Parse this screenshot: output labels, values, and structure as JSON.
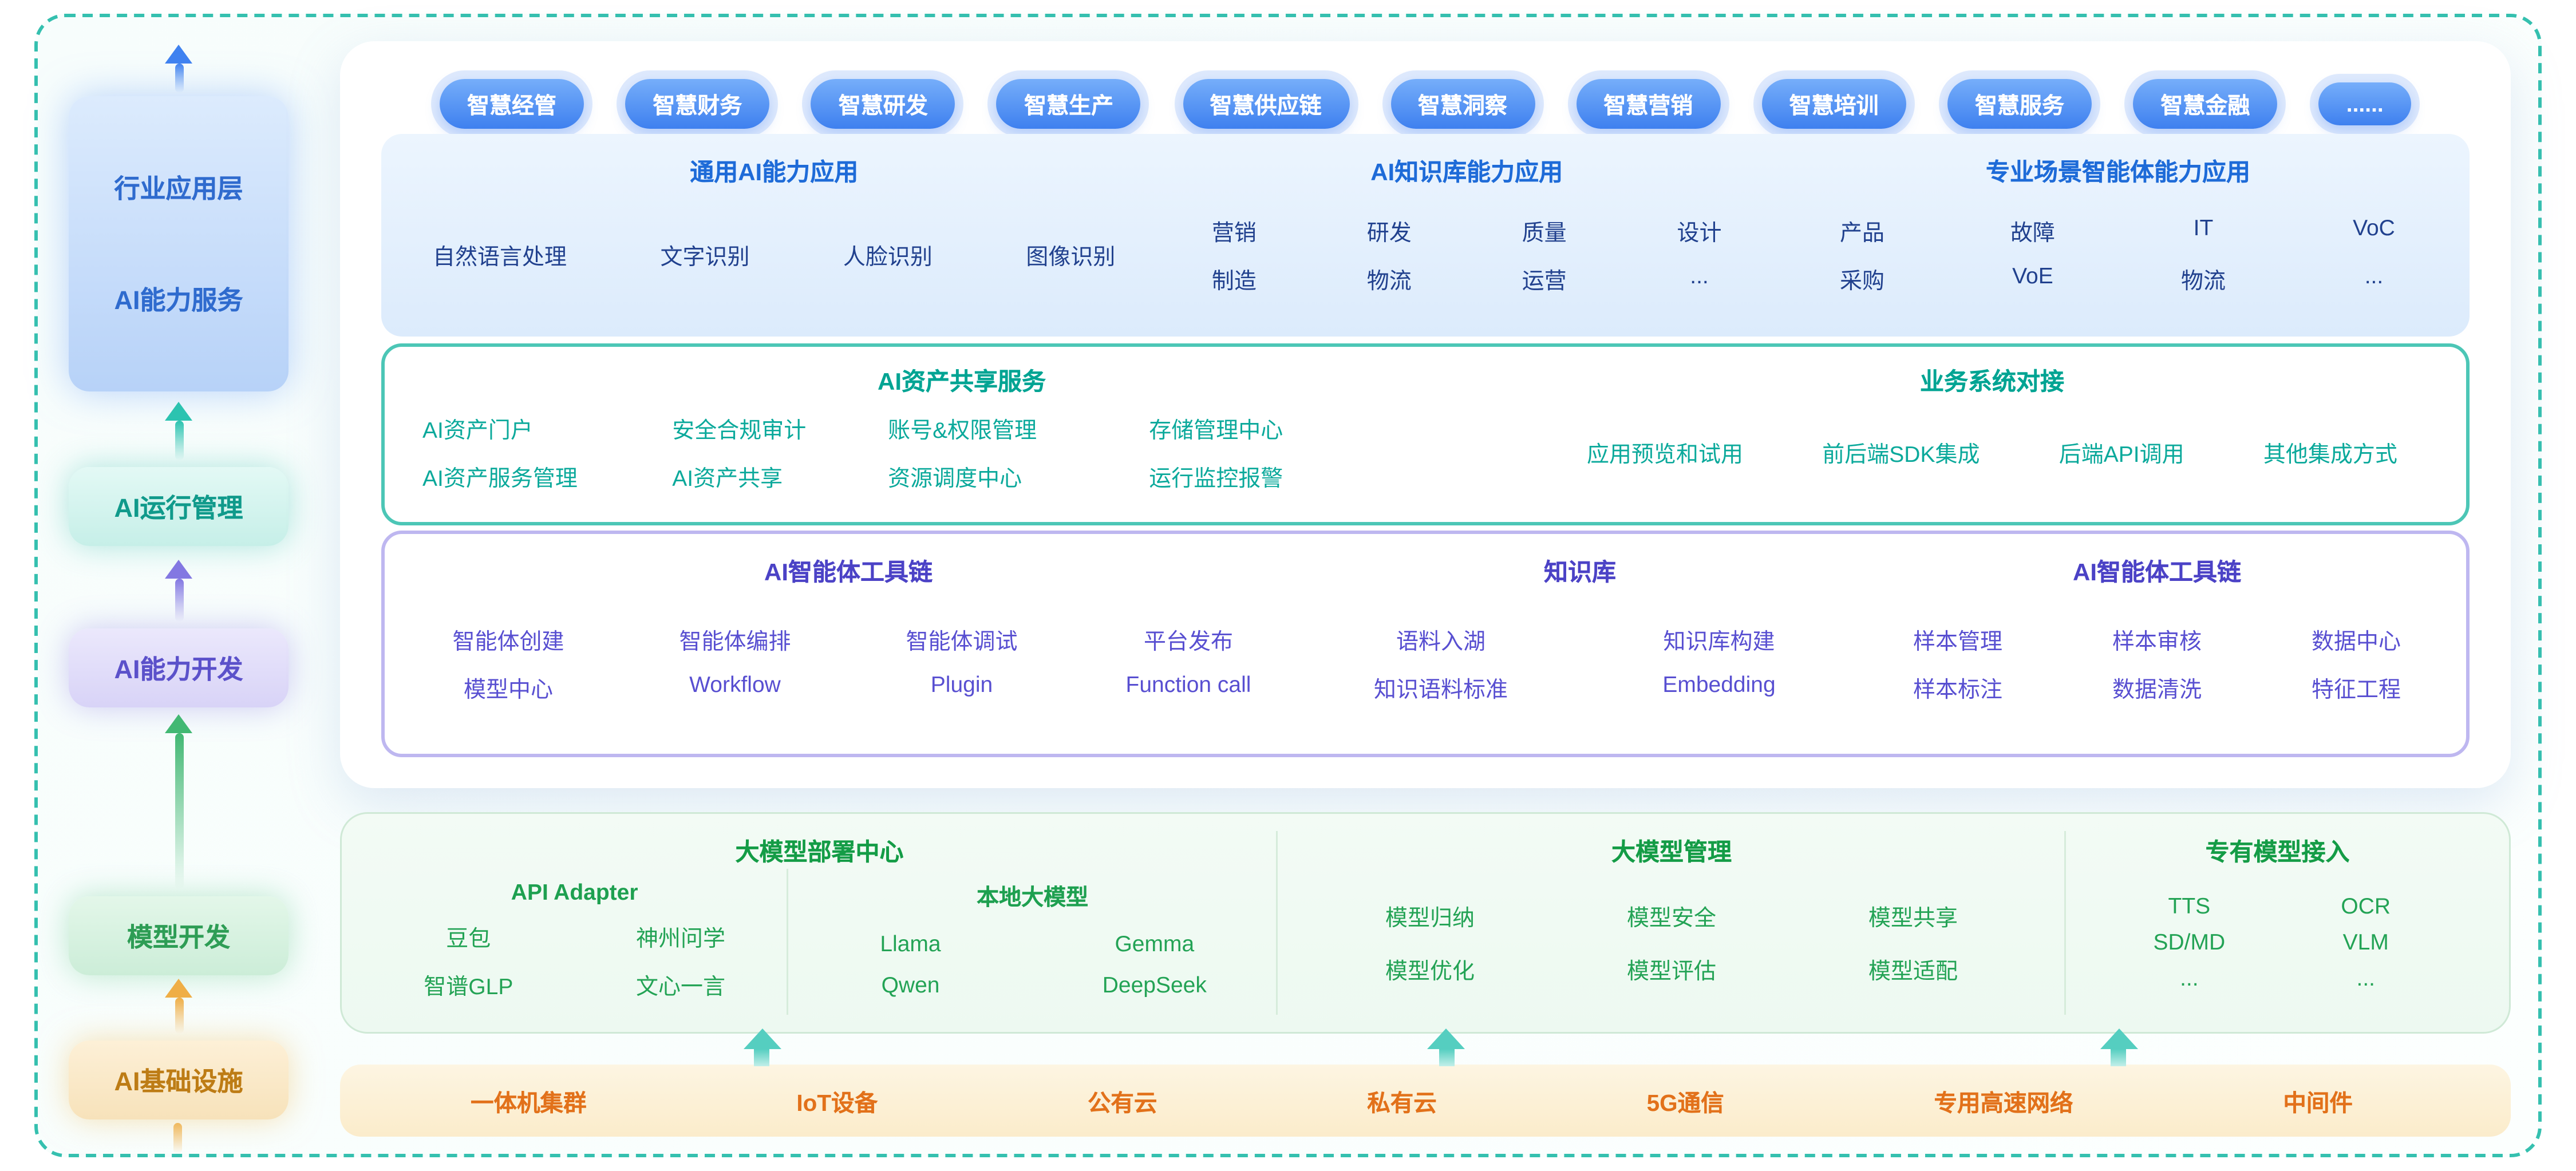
{
  "colors": {
    "blue": "#3e80ef",
    "teal": "#14b3a2",
    "purple": "#5a50d0",
    "green": "#21a251",
    "orange": "#e2711a"
  },
  "sidebar": {
    "app": {
      "top": "行业应用层",
      "bottom": "AI能力服务"
    },
    "run": "AI运行管理",
    "dev": "AI能力开发",
    "model": "模型开发",
    "infra": "AI基础设施"
  },
  "pills": [
    "智慧经管",
    "智慧财务",
    "智慧研发",
    "智慧生产",
    "智慧供应链",
    "智慧洞察",
    "智慧营销",
    "智慧培训",
    "智慧服务",
    "智慧金融",
    "......"
  ],
  "app_panel": {
    "general": {
      "title": "通用AI能力应用",
      "items": [
        "自然语言处理",
        "文字识别",
        "人脸识别",
        "图像识别"
      ]
    },
    "knowledge": {
      "title": "AI知识库能力应用",
      "row1": [
        "营销",
        "研发",
        "质量",
        "设计"
      ],
      "row2": [
        "制造",
        "物流",
        "运营",
        "..."
      ]
    },
    "scene": {
      "title": "专业场景智能体能力应用",
      "row1": [
        "产品",
        "故障",
        "IT",
        "VoC"
      ],
      "row2": [
        "采购",
        "VoE",
        "物流",
        "..."
      ]
    }
  },
  "asset_panel": {
    "share": {
      "title": "AI资产共享服务",
      "row1": [
        "AI资产门户",
        "安全合规审计",
        "账号&权限管理",
        "存储管理中心"
      ],
      "row2": [
        "AI资产服务管理",
        "AI资产共享",
        "资源调度中心",
        "运行监控报警"
      ]
    },
    "integration": {
      "title": "业务系统对接",
      "items": [
        "应用预览和试用",
        "前后端SDK集成",
        "后端API调用",
        "其他集成方式"
      ]
    }
  },
  "tool_panel": {
    "agent": {
      "title": "AI智能体工具链",
      "row1": [
        "智能体创建",
        "智能体编排",
        "智能体调试",
        "平台发布"
      ],
      "row2": [
        "模型中心",
        "Workflow",
        "Plugin",
        "Function call"
      ]
    },
    "kb": {
      "title": "知识库",
      "row1": [
        "语料入湖",
        "知识库构建"
      ],
      "row2": [
        "知识语料标准",
        "Embedding"
      ]
    },
    "data": {
      "title": "AI智能体工具链",
      "row1": [
        "样本管理",
        "样本审核",
        "数据中心"
      ],
      "row2": [
        "样本标注",
        "数据清洗",
        "特征工程"
      ]
    }
  },
  "model_panel": {
    "deploy": {
      "title": "大模型部署中心",
      "api": {
        "title": "API Adapter",
        "row1": [
          "豆包",
          "神州问学"
        ],
        "row2": [
          "智谱GLP",
          "文心一言"
        ]
      },
      "local": {
        "title": "本地大模型",
        "row1": [
          "Llama",
          "Gemma"
        ],
        "row2": [
          "Qwen",
          "DeepSeek"
        ]
      }
    },
    "manage": {
      "title": "大模型管理",
      "row1": [
        "模型归纳",
        "模型安全",
        "模型共享"
      ],
      "row2": [
        "模型优化",
        "模型评估",
        "模型适配"
      ]
    },
    "private": {
      "title": "专有模型接入",
      "row1": [
        "TTS",
        "OCR"
      ],
      "row2": [
        "SD/MD",
        "VLM"
      ],
      "row3": [
        "...",
        "..."
      ]
    }
  },
  "infra_bar": {
    "items": [
      "一体机集群",
      "IoT设备",
      "公有云",
      "私有云",
      "5G通信",
      "专用高速网络",
      "中间件"
    ]
  }
}
